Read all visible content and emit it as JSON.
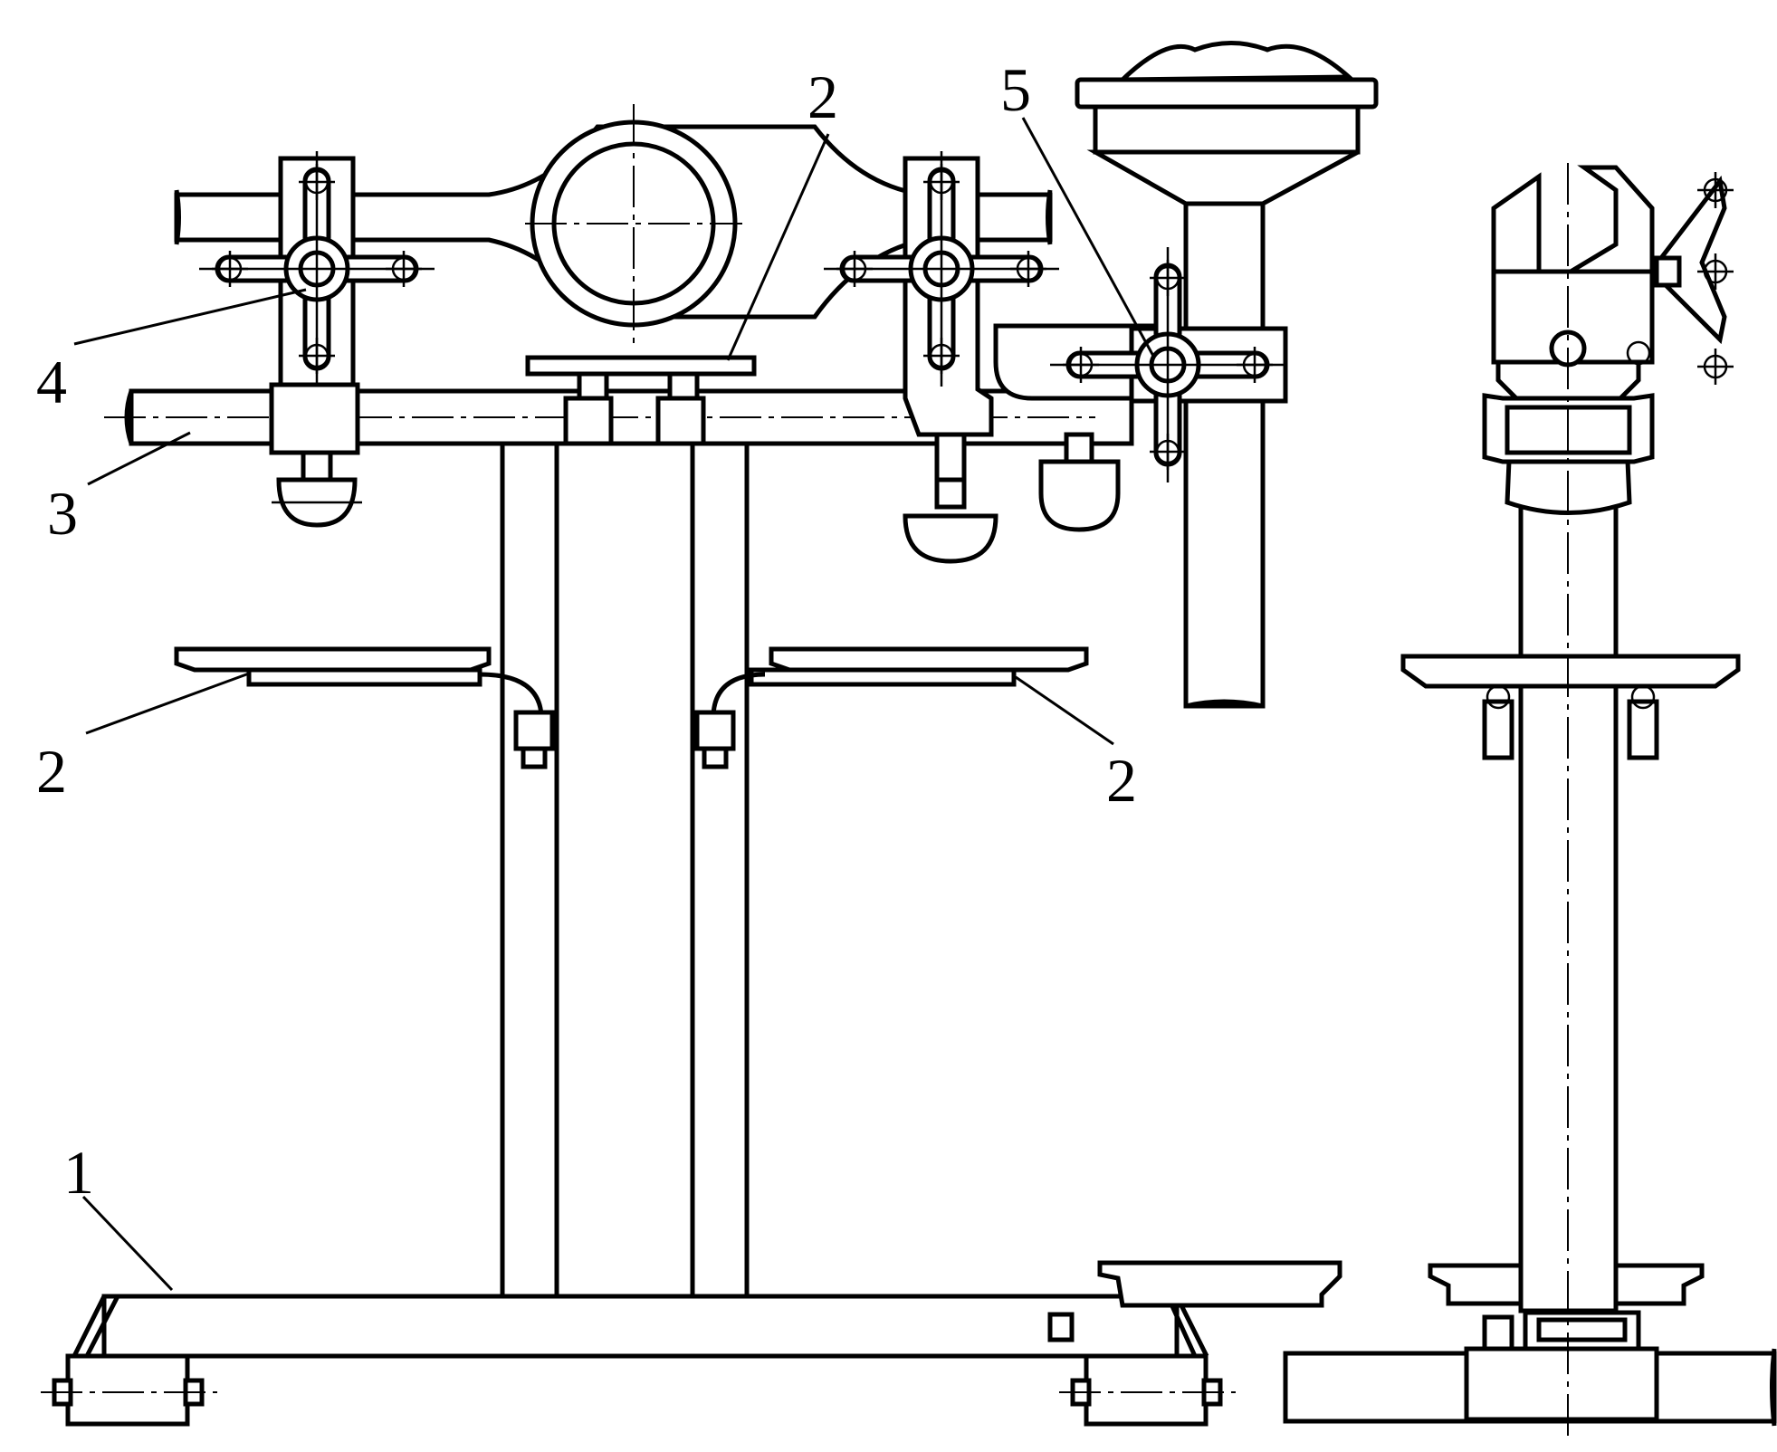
{
  "callouts": [
    {
      "id": "c1",
      "text": "1"
    },
    {
      "id": "c2-top",
      "text": "2"
    },
    {
      "id": "c2-left",
      "text": "2"
    },
    {
      "id": "c2-right",
      "text": "2"
    },
    {
      "id": "c3",
      "text": "3"
    },
    {
      "id": "c4",
      "text": "4"
    },
    {
      "id": "c5",
      "text": "5"
    }
  ],
  "colors": {
    "ink": "#000000",
    "paper": "#ffffff"
  }
}
